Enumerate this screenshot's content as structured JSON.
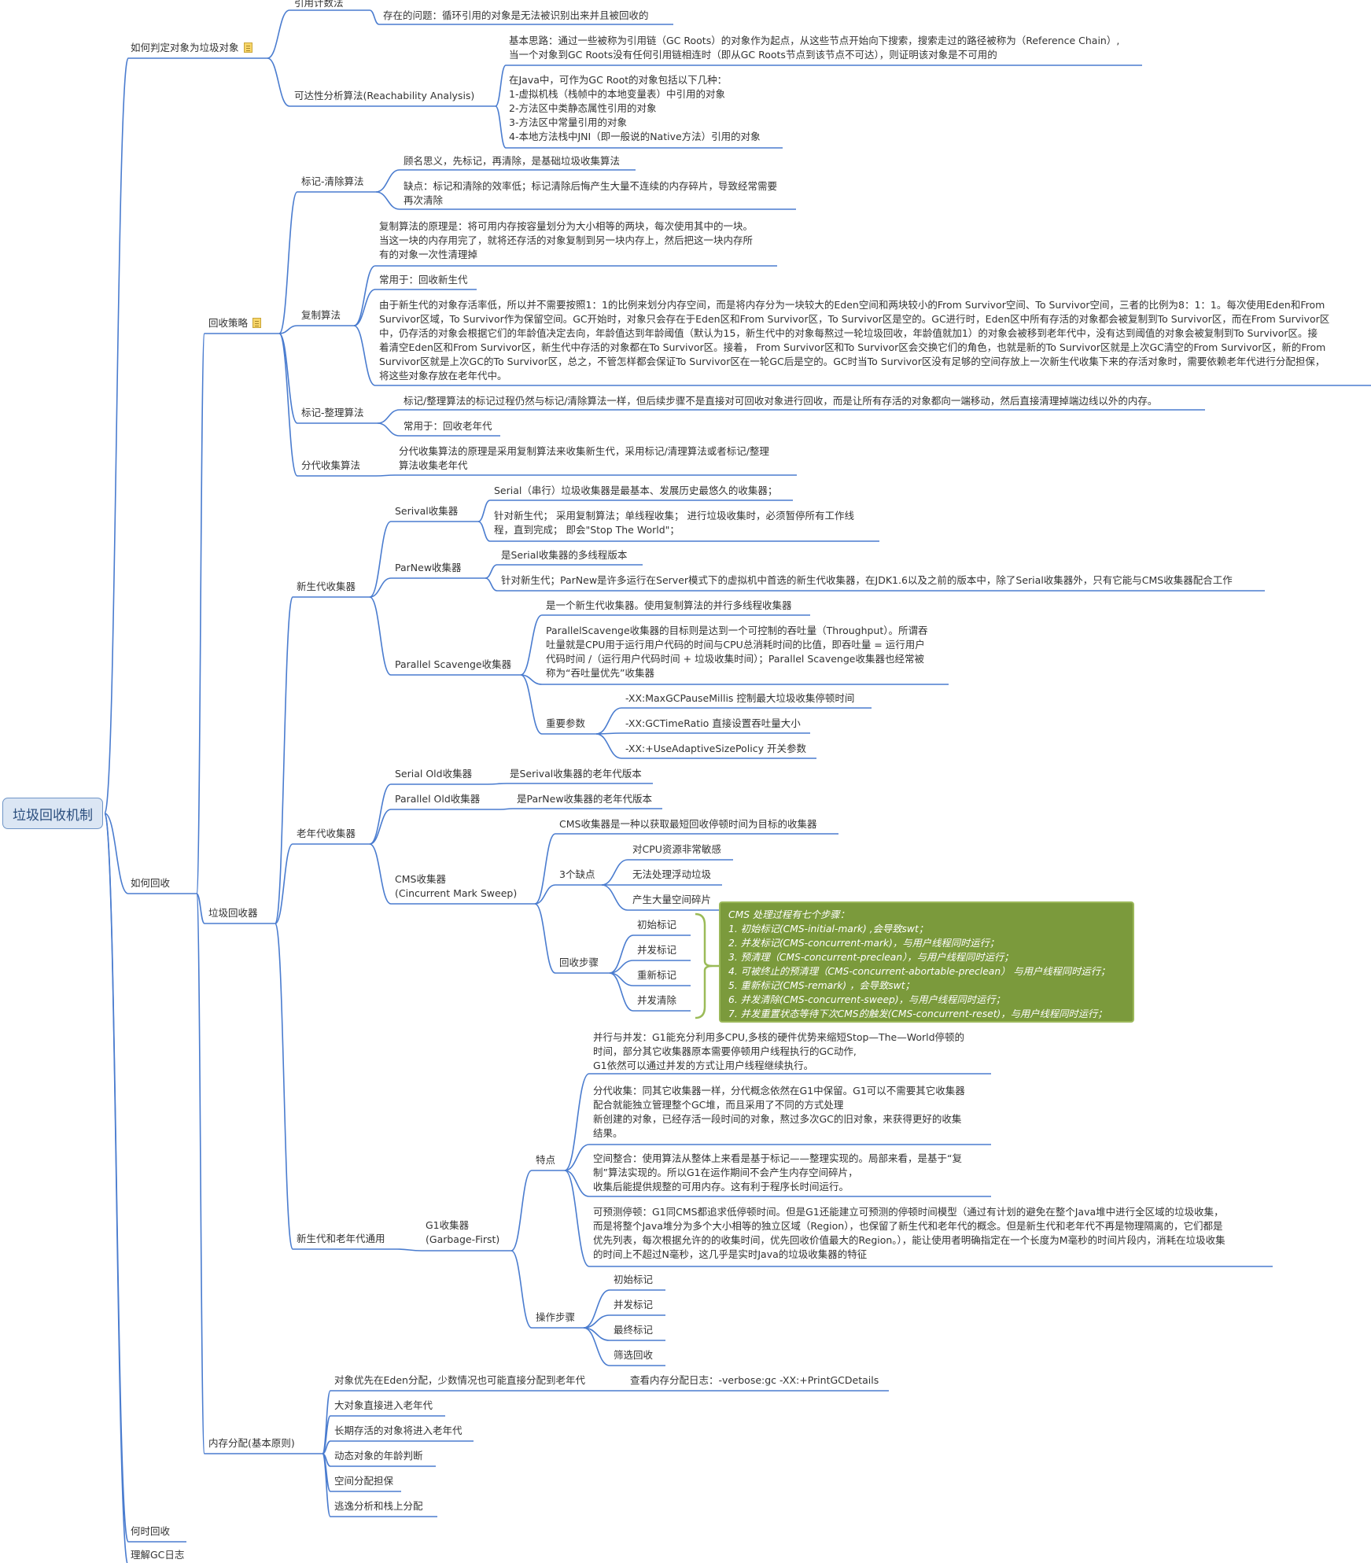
{
  "colors": {
    "line": "#4a7ccf",
    "root_fill": "#dbe6f4",
    "root_border": "#6f95c7",
    "callout_fill": "#7b9a3c",
    "bracket": "#9bbb58"
  },
  "root": "垃圾回收机制",
  "judge": {
    "title": "如何判定对象为垃圾对象",
    "icon": "note-icon",
    "refcount": {
      "label": "引用计数法",
      "problem": "存在的问题：循环引用的对象是无法被识别出来并且被回收的"
    },
    "reach": {
      "label": "可达性分析算法(Reachability Analysis)",
      "idea": [
        "基本思路：通过一些被称为引用链（GC Roots）的对象作为起点，从这些节点开始向下搜索，搜索走过的路径被称为（Reference Chain）,",
        "当一个对象到GC Roots没有任何引用链相连时（即从GC Roots节点到该节点不可达），则证明该对象是不可用的"
      ],
      "roots": [
        "在Java中，可作为GC Root的对象包括以下几种：",
        "1-虚拟机栈（栈帧中的本地变量表）中引用的对象",
        "2-方法区中类静态属性引用的对象",
        "3-方法区中常量引用的对象",
        "4-本地方法栈中JNI（即一般说的Native方法）引用的对象"
      ]
    }
  },
  "how": {
    "title": "如何回收",
    "strategy": {
      "title": "回收策略",
      "icon": "note-icon",
      "mark_sweep": {
        "label": "标记-清除算法",
        "desc": "顾名思义，先标记，再清除，是基础垃圾收集算法",
        "flaw": [
          "缺点：标记和清除的效率低；标记清除后悔产生大量不连续的内存碎片，导致经常需要",
          "再次清除"
        ]
      },
      "copying": {
        "label": "复制算法",
        "principle": [
          "复制算法的原理是：将可用内存按容量划分为大小相等的两块，每次使用其中的一块。",
          "当这一块的内存用完了，就将还存活的对象复制到另一块内存上，然后把这一块内存所",
          "有的对象一次性清理掉"
        ],
        "use": "常用于：回收新生代",
        "detail": [
          "由于新生代的对象存活率低，所以并不需要按照1：1的比例来划分内存空间，而是将内存分为一块较大的Eden空间和两块较小的From Survivor空间、To Survivor空间，三者的比例为8：1：1。每次使用Eden和From",
          "Survivor区域，To Survivor作为保留空间。GC开始时，对象只会存在于Eden区和From Survivor区，To Survivor区是空的。GC进行时，Eden区中所有存活的对象都会被复制到To Survivor区，而在From Survivor区",
          "中，仍存活的对象会根据它们的年龄值决定去向，年龄值达到年龄阈值（默认为15，新生代中的对象每熬过一轮垃圾回收，年龄值就加1）的对象会被移到老年代中，没有达到阈值的对象会被复制到To Survivor区。接",
          "着清空Eden区和From Survivor区，新生代中存活的对象都在To Survivor区。接着， From Survivor区和To Survivor区会交换它们的角色，也就是新的To Survivor区就是上次GC清空的From Survivor区，新的From",
          "Survivor区就是上次GC的To Survivor区，总之，不管怎样都会保证To Survivor区在一轮GC后是空的。GC时当To Survivor区没有足够的空间存放上一次新生代收集下来的存活对象时，需要依赖老年代进行分配担保，",
          "将这些对象存放在老年代中。"
        ]
      },
      "mark_compact": {
        "label": "标记-整理算法",
        "desc": "标记/整理算法的标记过程仍然与标记/清除算法一样，但后续步骤不是直接对可回收对象进行回收，而是让所有存活的对象都向一端移动，然后直接清理掉端边线以外的内存。",
        "use": "常用于：回收老年代"
      },
      "generational": {
        "label": "分代收集算法",
        "desc": [
          "分代收集算法的原理是采用复制算法来收集新生代，采用标记/清理算法或者标记/整理",
          "算法收集老年代"
        ]
      }
    },
    "collectors": {
      "title": "垃圾回收器",
      "young": {
        "label": "新生代收集器",
        "serial": {
          "label": "Serival收集器",
          "a": "Serial（串行）垃圾收集器是最基本、发展历史最悠久的收集器；",
          "b": [
            "针对新生代； 采用复制算法；单线程收集； 进行垃圾收集时，必须暂停所有工作线",
            "程，直到完成； 即会\"Stop The World\"；"
          ]
        },
        "parnew": {
          "label": "ParNew收集器",
          "a": "是Serial收集器的多线程版本",
          "b": "针对新生代；ParNew是许多运行在Server模式下的虚拟机中首选的新生代收集器，在JDK1.6以及之前的版本中，除了Serial收集器外，只有它能与CMS收集器配合工作"
        },
        "ps": {
          "label": "Parallel Scavenge收集器",
          "a": "是一个新生代收集器。使用复制算法的并行多线程收集器",
          "b": [
            "ParallelScavenge收集器的目标则是达到一个可控制的吞吐量（Throughput）。所谓吞",
            "吐量就是CPU用于运行用户代码的时间与CPU总消耗时间的比值，即吞吐量 = 运行用户",
            "代码时间 /（运行用户代码时间 + 垃圾收集时间）；Parallel Scavenge收集器也经常被",
            "称为“吞吐量优先”收集器"
          ],
          "params": {
            "label": "重要参数",
            "items": [
              "-XX:MaxGCPauseMillis  控制最大垃圾收集停顿时间",
              "-XX:GCTimeRatio 直接设置吞吐量大小",
              "-XX:+UseAdaptiveSizePolicy  开关参数"
            ]
          }
        }
      },
      "old": {
        "label": "老年代收集器",
        "serial_old": {
          "label": "Serial Old收集器",
          "desc": "是Serival收集器的老年代版本"
        },
        "parallel_old": {
          "label": "Parallel Old收集器",
          "desc": "是ParNew收集器的老年代版本"
        },
        "cms": {
          "label": [
            "CMS收集器",
            "(Cincurrent Mark Sweep)"
          ],
          "desc": "CMS收集器是一种以获取最短回收停顿时间为目标的收集器",
          "flaws": {
            "label": "3个缺点",
            "items": [
              "对CPU资源非常敏感",
              "无法处理浮动垃圾",
              "产生大量空间碎片"
            ]
          },
          "steps": {
            "label": "回收步骤",
            "items": [
              "初始标记",
              "并发标记",
              "重新标记",
              "并发清除"
            ]
          },
          "note": [
            "CMS 处理过程有七个步骤：",
            "1. 初始标记(CMS-initial-mark) ,会导致swt；",
            "2. 并发标记(CMS-concurrent-mark)，与用户线程同时运行；",
            "3. 预清理（CMS-concurrent-preclean），与用户线程同时运行；",
            "4. 可被终止的预清理（CMS-concurrent-abortable-preclean） 与用户线程同时运行；",
            "5. 重新标记(CMS-remark) ，会导致swt；",
            "6. 并发清除(CMS-concurrent-sweep)，与用户线程同时运行；",
            "7. 并发重置状态等待下次CMS的触发(CMS-concurrent-reset)，与用户线程同时运行；"
          ]
        }
      },
      "both": {
        "label": "新生代和老年代通用",
        "g1": {
          "label": [
            "G1收集器",
            "(Garbage-First)"
          ],
          "features": {
            "label": "特点",
            "items": [
              [
                "并行与并发：G1能充分利用多CPU,多核的硬件优势来缩短Stop—The—World停顿的",
                "时间，部分其它收集器原本需要停顿用户线程执行的GC动作,",
                "G1依然可以通过并发的方式让用户线程继续执行。"
              ],
              [
                "分代收集：同其它收集器一样，分代概念依然在G1中保留。G1可以不需要其它收集器",
                "配合就能独立管理整个GC堆，而且采用了不同的方式处理",
                " 新创建的对象，已经存活一段时间的对象，熬过多次GC的旧对象，来获得更好的收集",
                "结果。"
              ],
              [
                "空间整合：使用算法从整体上来看是基于标记——整理实现的。局部来看，是基于“复",
                "制”算法实现的。所以G1在运作期间不会产生内存空间碎片，",
                " 收集后能提供规整的可用内存。这有利于程序长时间运行。"
              ],
              [
                "可预测停顿：G1同CMS都追求低停顿时间。但是G1还能建立可预测的停顿时间模型（通过有计划的避免在整个Java堆中进行全区域的垃圾收集，",
                "而是将整个Java堆分为多个大小相等的独立区域（Region），也保留了新生代和老年代的概念。但是新生代和老年代不再是物理隔离的，它们都是",
                "优先列表，每次根据允许的的收集时间，优先回收价值最大的Region。），能让使用者明确指定在一个长度为M毫秒的时间片段内，消耗在垃圾收集",
                "的时间上不超过N毫秒，这几乎是实时Java的垃圾收集器的特征"
              ]
            ]
          },
          "ops": {
            "label": "操作步骤",
            "items": [
              "初始标记",
              "并发标记",
              "最终标记",
              "筛选回收"
            ]
          }
        }
      }
    },
    "alloc": {
      "title": "内存分配(基本原则)",
      "eden": "对象优先在Eden分配，少数情况也可能直接分配到老年代",
      "log": "查看内存分配日志：-verbose:gc -XX:+PrintGCDetails",
      "items": [
        "大对象直接进入老年代",
        "长期存活的对象将进入老年代",
        "动态对象的年龄判断",
        "空间分配担保",
        "逃逸分析和栈上分配"
      ]
    }
  },
  "when": "何时回收",
  "gclog": "理解GC日志"
}
